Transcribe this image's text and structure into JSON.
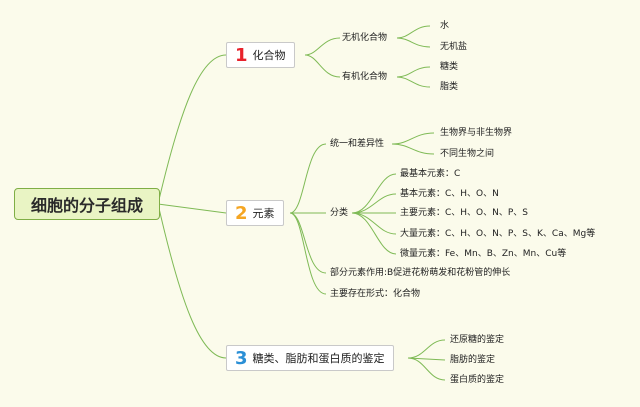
{
  "root": {
    "label": "细胞的分子组成"
  },
  "branches": [
    {
      "number": "1",
      "label": "化合物",
      "color": "#e8222b",
      "children": [
        {
          "label": "无机化合物",
          "children": [
            "水",
            "无机盐"
          ]
        },
        {
          "label": "有机化合物",
          "children": [
            "糖类",
            "脂类"
          ]
        }
      ]
    },
    {
      "number": "2",
      "label": "元素",
      "color": "#f5a623",
      "children": [
        {
          "label": "统一和差异性",
          "children": [
            "生物界与非生物界",
            "不同生物之间"
          ]
        },
        {
          "label": "分类",
          "children": [
            "最基本元素：C",
            "基本元素：C、H、O、N",
            "主要元素：C、H、O、N、P、S",
            "大量元素：C、H、O、N、P、S、K、Ca、Mg等",
            "微量元素：Fe、Mn、B、Zn、Mn、Cu等"
          ]
        },
        {
          "label": "部分元素作用:B促进花粉萌发和花粉管的伸长",
          "children": []
        },
        {
          "label": "主要存在形式：化合物",
          "children": []
        }
      ]
    },
    {
      "number": "3",
      "label": "糖类、脂肪和蛋白质的鉴定",
      "color": "#2a8fd6",
      "children": [
        {
          "label": "还原糖的鉴定",
          "children": []
        },
        {
          "label": "脂肪的鉴定",
          "children": []
        },
        {
          "label": "蛋白质的鉴定",
          "children": []
        }
      ]
    }
  ],
  "colors": {
    "edge": "#7fba56",
    "root_fill": "#e9f4c4",
    "background": "#fbfbeb"
  }
}
